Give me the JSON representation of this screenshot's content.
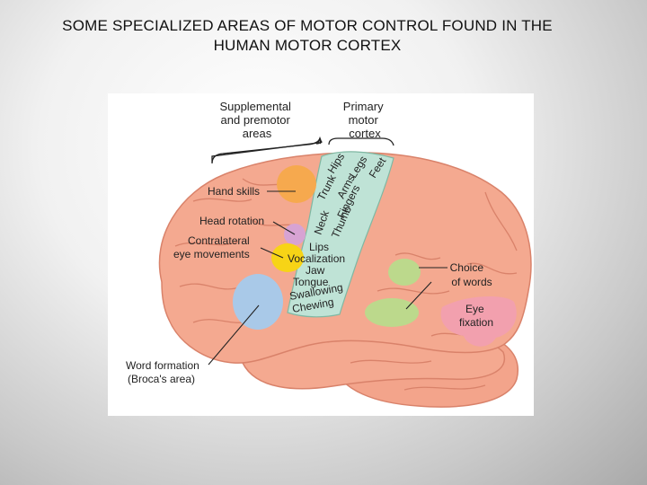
{
  "title": {
    "line1": "SOME SPECIALIZED AREAS OF MOTOR CONTROL FOUND IN THE",
    "line2": "HUMAN MOTOR CORTEX"
  },
  "diagram": {
    "group_labels": {
      "supplemental": [
        "Supplemental",
        "and premotor",
        "areas"
      ],
      "primary": [
        "Primary",
        "motor",
        "cortex"
      ]
    },
    "left_labels": {
      "hand_skills": "Hand skills",
      "head_rotation": "Head rotation",
      "contralateral": [
        "Contralateral",
        "eye movements"
      ],
      "word_formation": [
        "Word formation",
        "(Broca's area)"
      ]
    },
    "right_labels": {
      "choice_of_words": [
        "Choice",
        "of words"
      ],
      "eye_fixation": [
        "Eye",
        "fixation"
      ]
    },
    "motor_strip_labels": {
      "hips": "Hips",
      "legs": "Legs",
      "feet": "Feet",
      "trunk": "Trunk",
      "arms": "Arms",
      "fingers": "Fingers",
      "neck": "Neck",
      "thumb": "Thumb",
      "lips": "Lips",
      "vocalization": "Vocalization",
      "jaw": "Jaw",
      "tongue": "Tongue",
      "swallowing": "Swallowing",
      "chewing": "Chewing"
    },
    "colors": {
      "brain": "#f4a990",
      "brain_outline": "#d9826a",
      "motor_strip": "#bfe3d6",
      "hand_skills_area": "#f6a94e",
      "head_rotation_area": "#d7a3d3",
      "eye_movements_area": "#f7d416",
      "broca_area": "#a9c9e8",
      "choice_of_words_area": "#bcd98c",
      "eye_fixation_area": "#f2a0ae"
    }
  }
}
